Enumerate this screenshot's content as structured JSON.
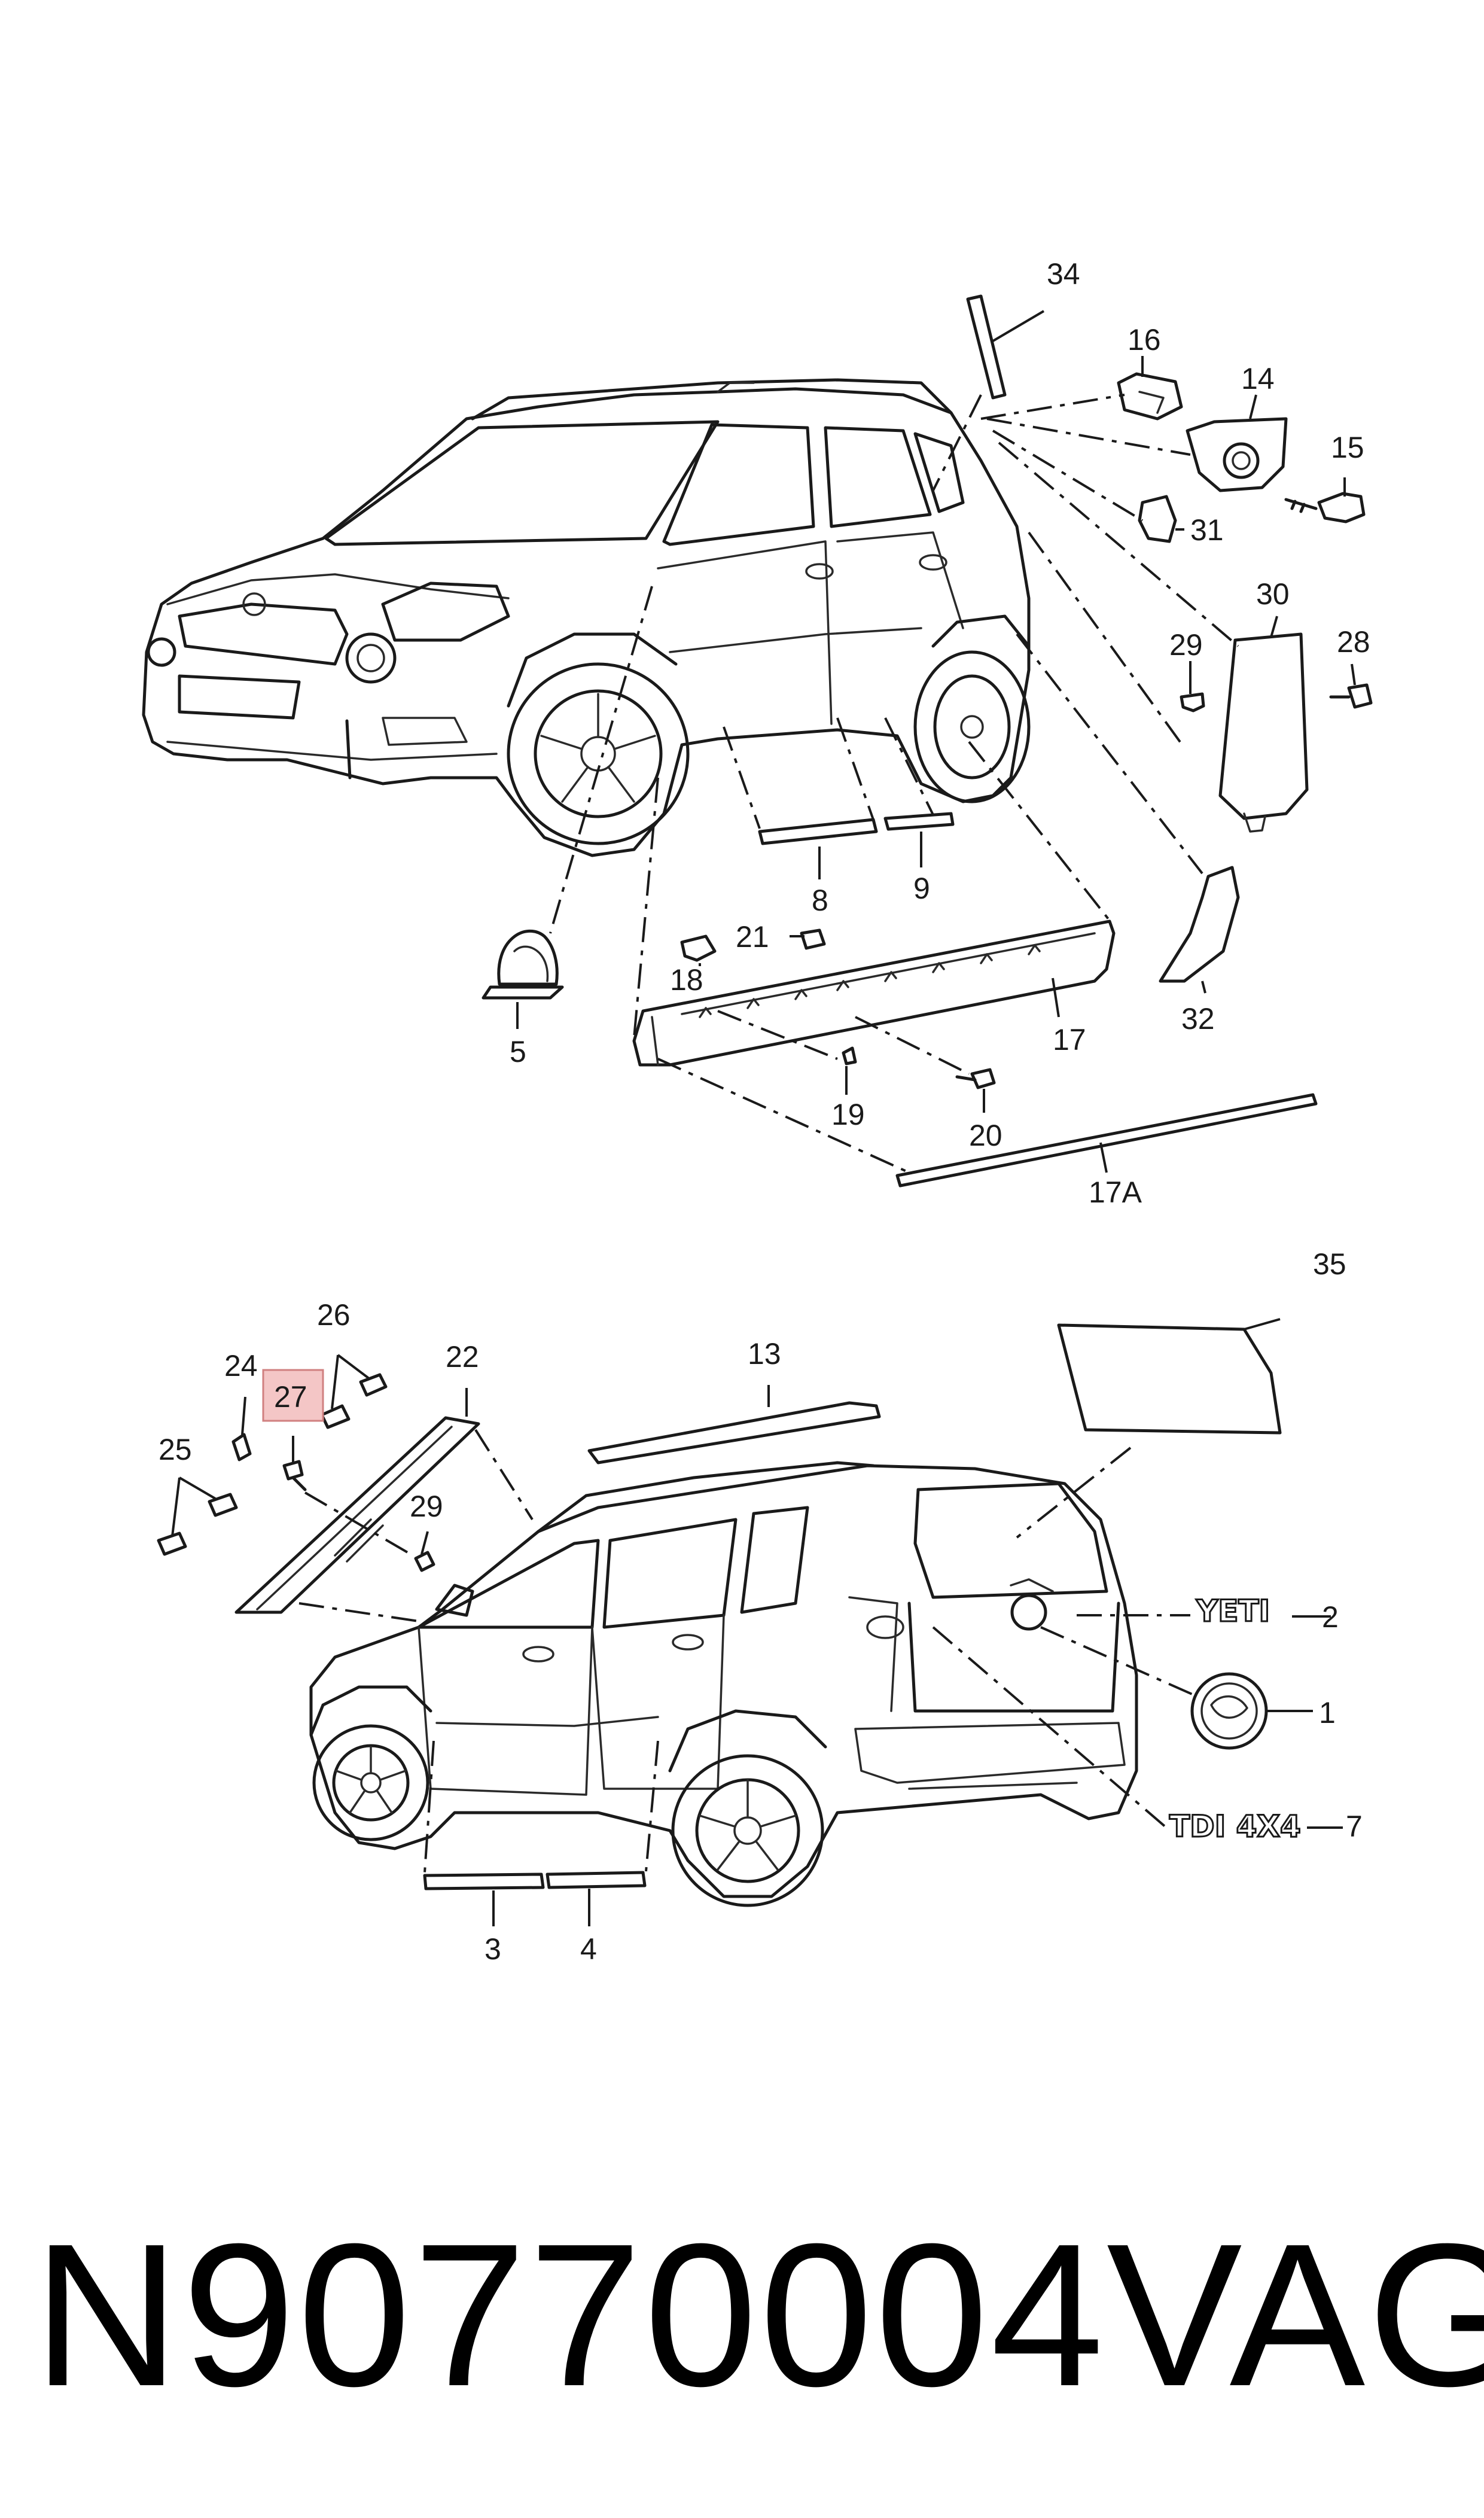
{
  "diagram": {
    "callouts": [
      "34",
      "16",
      "14",
      "15",
      "31",
      "30",
      "29",
      "28",
      "8",
      "9",
      "21",
      "18",
      "5",
      "17",
      "19",
      "20",
      "32",
      "17A",
      "35",
      "13",
      "26",
      "22",
      "24",
      "27",
      "25",
      "29",
      "2",
      "1",
      "7",
      "3",
      "4"
    ],
    "highlighted_callout": "27",
    "highlight_color": "#f4c6c6",
    "emblems": {
      "yeti": "YETI",
      "tdi": "TDI 4X4"
    }
  },
  "footer": {
    "part_number": "N90770004",
    "brand": "VAG"
  }
}
